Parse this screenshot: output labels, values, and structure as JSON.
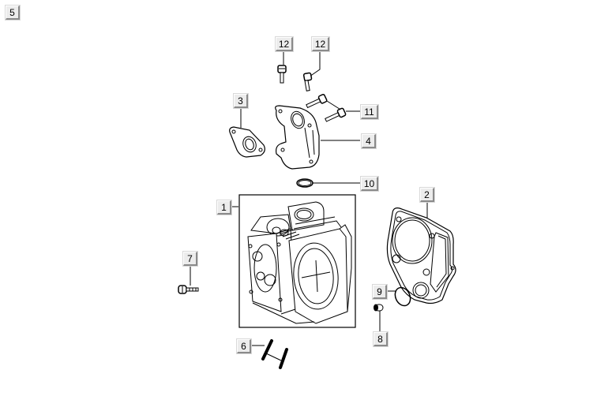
{
  "diagram": {
    "title_callout": "5",
    "parts": [
      {
        "id": "1",
        "name": "cylinder-head-assembly",
        "callout": "1"
      },
      {
        "id": "2",
        "name": "cylinder-head-gasket",
        "callout": "2"
      },
      {
        "id": "3",
        "name": "insulator-gasket",
        "callout": "3"
      },
      {
        "id": "4",
        "name": "intake-manifold",
        "callout": "4"
      },
      {
        "id": "6",
        "name": "stud-bolts",
        "callout": "6"
      },
      {
        "id": "7",
        "name": "side-bolt",
        "callout": "7"
      },
      {
        "id": "8",
        "name": "dowel-pin",
        "callout": "8"
      },
      {
        "id": "9",
        "name": "o-ring-large",
        "callout": "9"
      },
      {
        "id": "10",
        "name": "o-ring-intake",
        "callout": "10"
      },
      {
        "id": "11",
        "name": "manifold-bolts",
        "callout": "11"
      },
      {
        "id": "12a",
        "name": "flange-bolt-left",
        "callout": "12"
      },
      {
        "id": "12b",
        "name": "flange-bolt-right",
        "callout": "12"
      }
    ],
    "colors": {
      "line": "#000000",
      "callout_bg": "#ececec",
      "callout_shadow": "#8a8a8a",
      "background": "#ffffff"
    }
  }
}
